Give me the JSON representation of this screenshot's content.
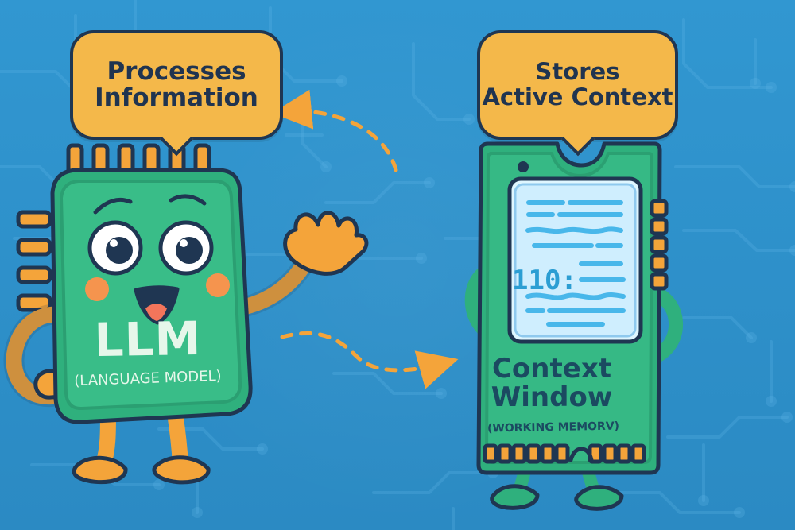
{
  "left_bubble": {
    "line1": "Processes",
    "line2": "Information"
  },
  "right_bubble": {
    "line1": "Stores",
    "line2": "Active Context"
  },
  "llm": {
    "title": "LLM",
    "subtitle": "(LANGUAGE MODEL)"
  },
  "context_window": {
    "readout": "110:",
    "title_line1": "Context",
    "title_line2": "Window",
    "subtitle": "(WORKING MEMORV)"
  },
  "colors": {
    "background": "#2f8fc7",
    "bubble": "#f4b84a",
    "chip_green": "#31b37b",
    "orange": "#f4a43a",
    "outline": "#1f3652",
    "screen": "#d6f3ff"
  }
}
